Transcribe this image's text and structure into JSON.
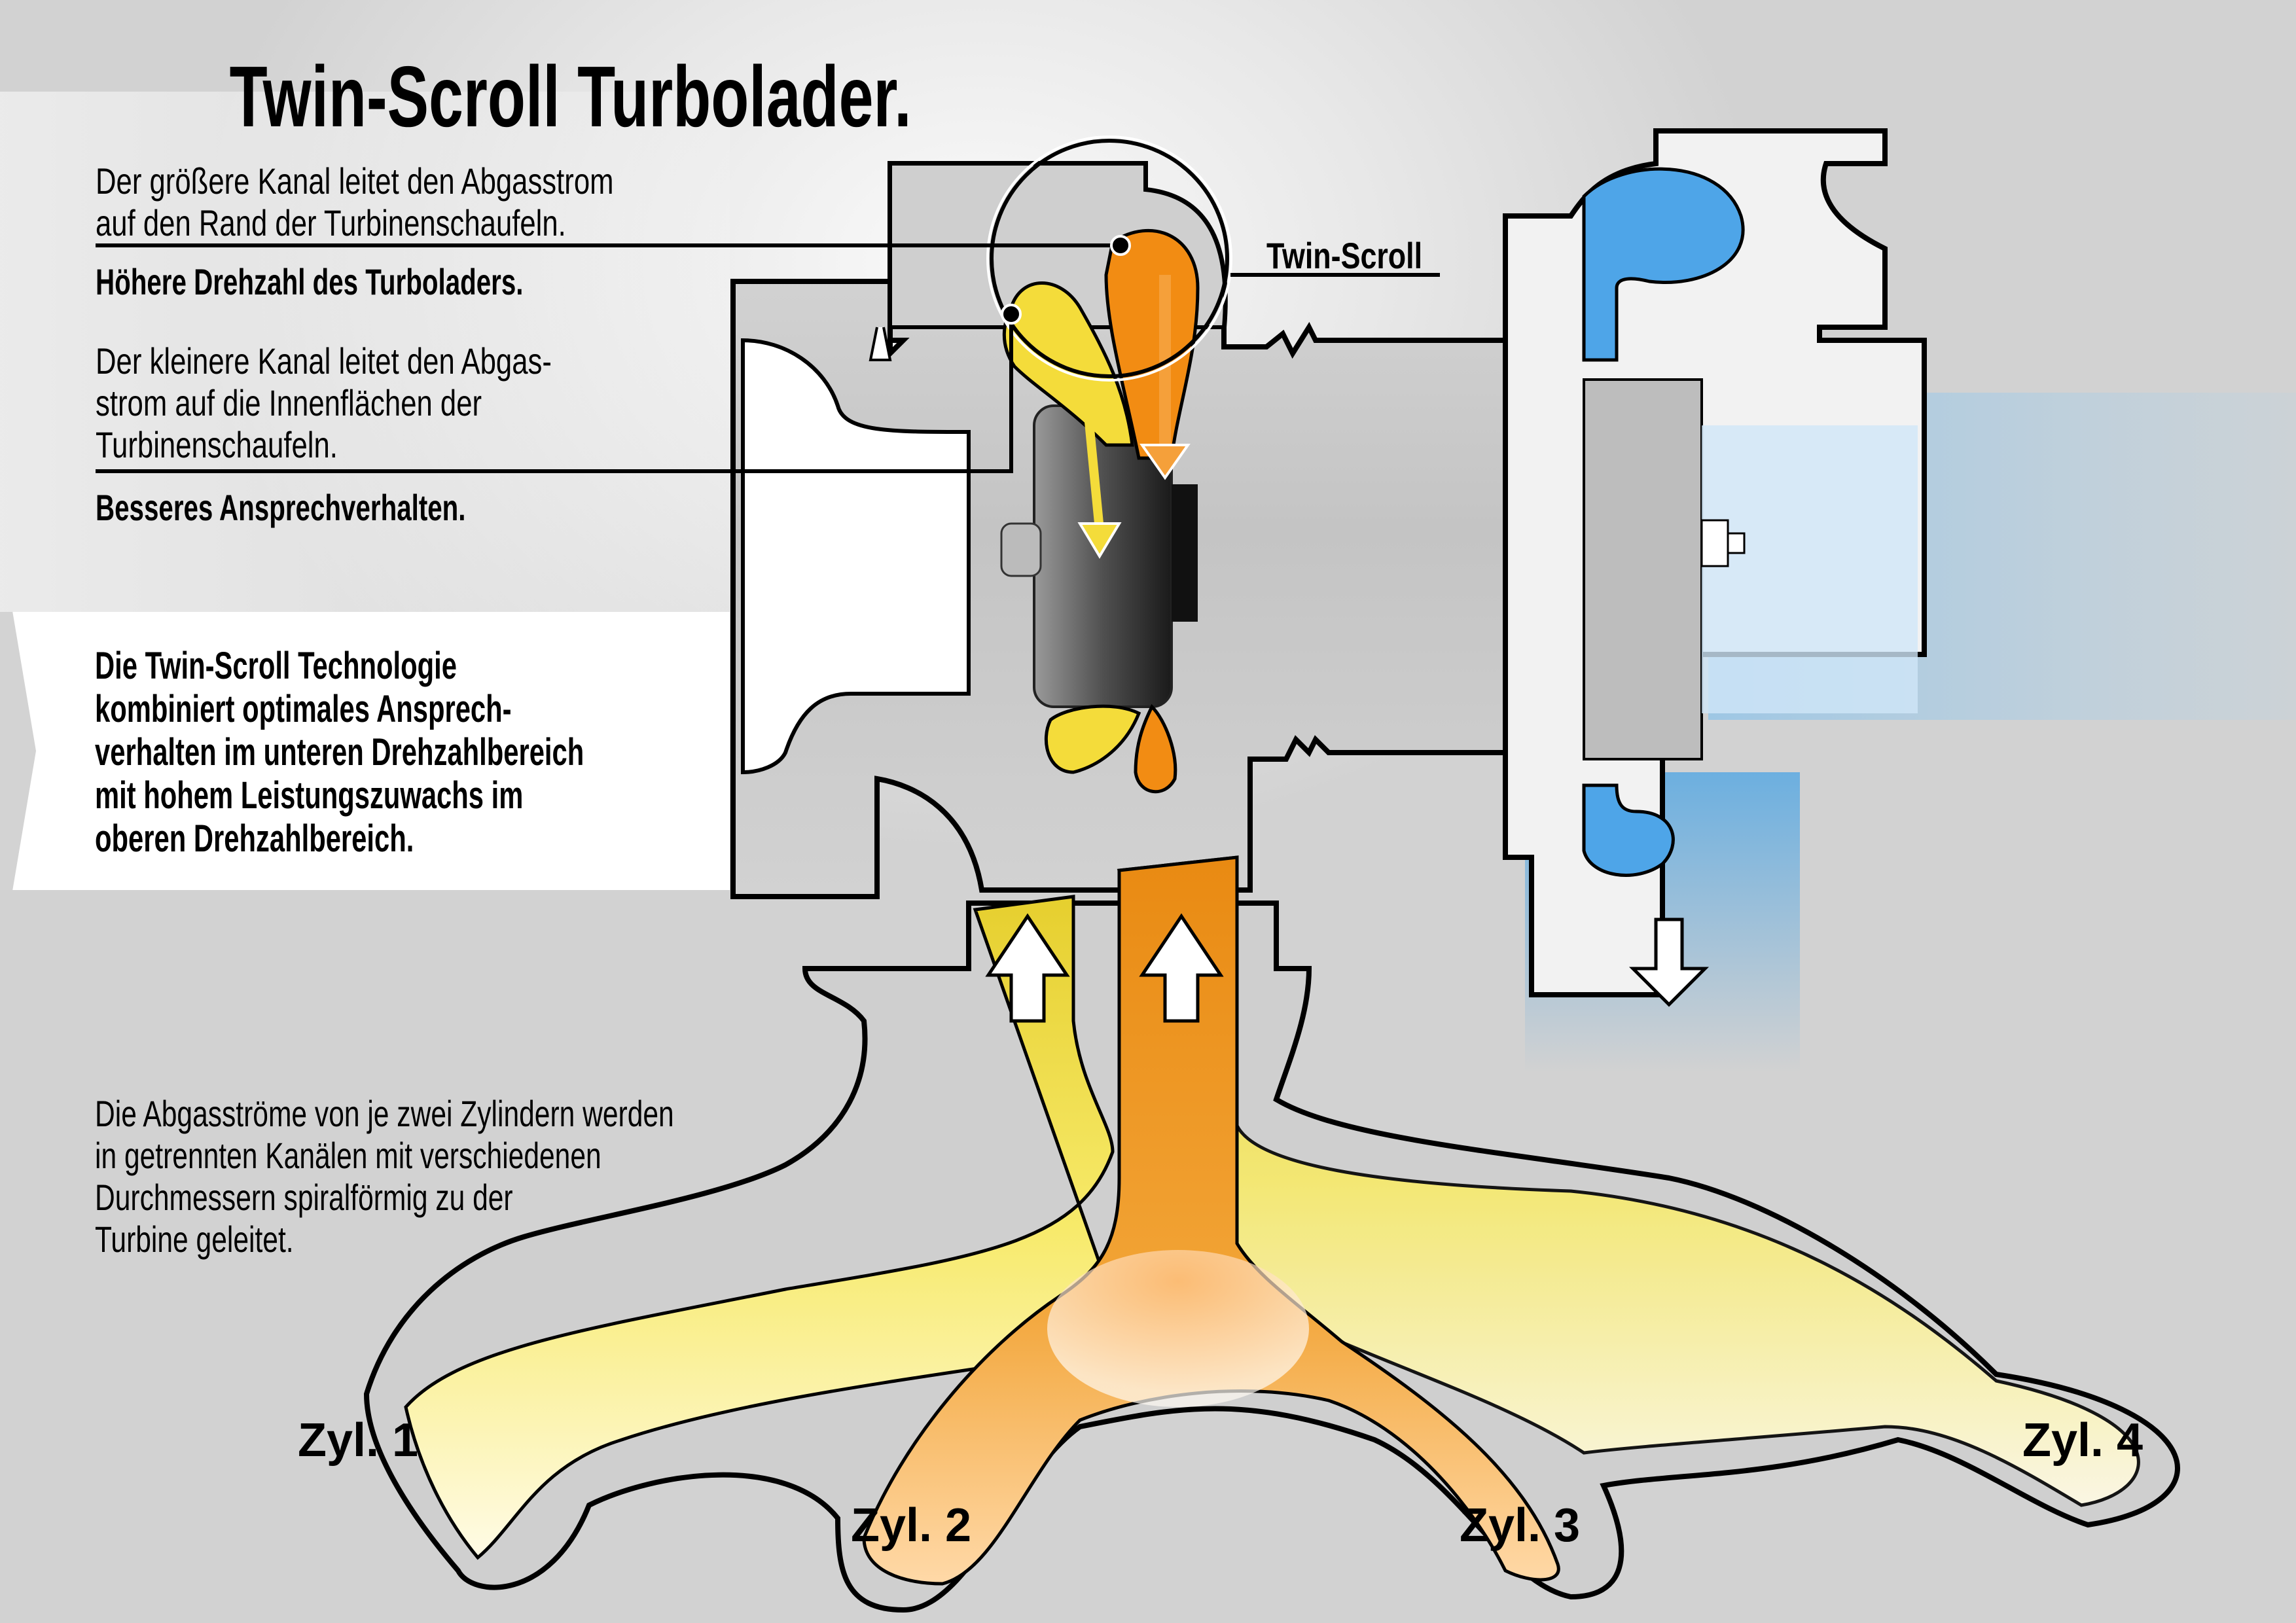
{
  "title": "Twin-Scroll Turbolader.",
  "upper_description": [
    "Der größere Kanal leitet den Abgasstrom",
    "auf den Rand der Turbinenschaufeln."
  ],
  "bullet_orange": {
    "text": "Höhere Drehzahl des Turboladers.",
    "icon": "orange-triangle-icon",
    "color": "#f28c13"
  },
  "lower_description": [
    "Der kleinere Kanal leitet den Abgas-",
    "strom auf die Innenflächen der",
    "Turbinenschaufeln."
  ],
  "bullet_yellow": {
    "text": "Besseres Ansprechverhalten.",
    "icon": "yellow-triangle-icon",
    "color": "#f4dc3a"
  },
  "summary": [
    "Die Twin-Scroll Technologie",
    "kombiniert optimales Ansprech-",
    "verhalten im unteren Drehzahlbereich",
    "mit hohem Leistungszuwachs im",
    "oberen Drehzahlbereich."
  ],
  "bottom_note": [
    "Die Abgasströme von je zwei Zylindern werden",
    "in getrennten Kanälen mit verschiedenen",
    "Durchmessern spiralförmig zu der",
    "Turbine geleitet."
  ],
  "diagram": {
    "twin_scroll_label": "Twin-Scroll",
    "cylinders": [
      "Zyl. 1",
      "Zyl. 2",
      "Zyl. 3",
      "Zyl. 4"
    ],
    "colors": {
      "large_channel": "#f28c13",
      "small_channel": "#f4dc3a",
      "compressor_air": "#4ea5e8",
      "housing": "#c9c9c9",
      "outline": "#000000"
    }
  }
}
